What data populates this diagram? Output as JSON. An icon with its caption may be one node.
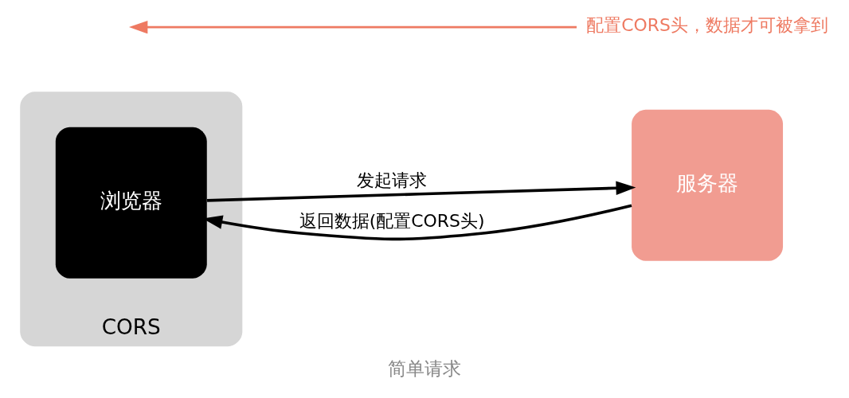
{
  "diagram": {
    "caption": "简单请求",
    "nodes": [
      {
        "text": [
          "CORS"
        ]
      },
      {
        "text": [
          "浏览器"
        ],
        "in": 0
      },
      {
        "text": [
          "服务器"
        ]
      }
    ],
    "edges": [
      {
        "from": 1,
        "to": 2,
        "arrow": "to",
        "label": "发起请求"
      },
      {
        "from": 2,
        "to": 1,
        "arrow": "to",
        "label": "返回数据(配置CORS头)"
      }
    ],
    "legend": [
      {
        "text": "配置CORS头，数据才可被拿到"
      }
    ]
  }
}
